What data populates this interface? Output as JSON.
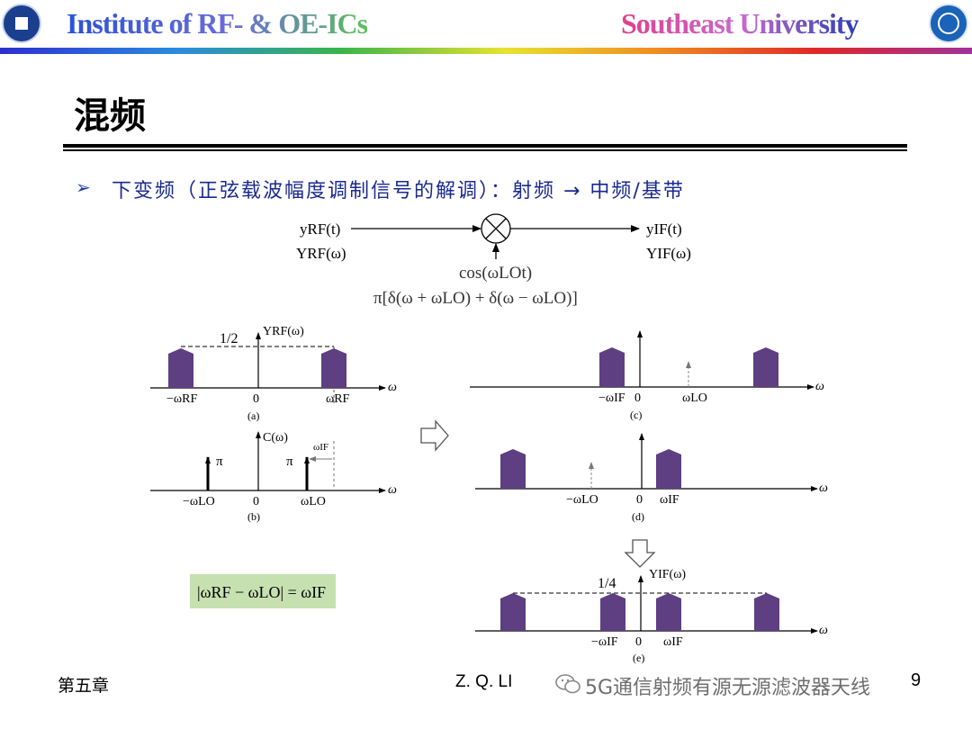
{
  "header": {
    "left_title": "Institute of RF- & OE-ICs",
    "right_title": "Southeast University"
  },
  "slide": {
    "title": "混频",
    "bullet_symbol": "➢",
    "subtitle": "下变频（正弦载波幅度调制信号的解调）：射频 → 中频/基带"
  },
  "mixer": {
    "in_time": "yRF(t)",
    "in_freq": "YRF(ω)",
    "out_time": "yIF(t)",
    "out_freq": "YIF(ω)",
    "lo_time": "cos(ωLOt)",
    "lo_freq": "π[δ(ω + ωLO) + δ(ω − ωLO)]"
  },
  "panels": {
    "a": {
      "caption": "(a)",
      "ylabel": "YRF(ω)",
      "level": "1/2",
      "neg": "−ωRF",
      "zero": "0",
      "pos": "ωRF",
      "axis": "ω"
    },
    "b": {
      "caption": "(b)",
      "ylabel": "C(ω)",
      "pi_left": "π",
      "pi_right": "π",
      "neg": "−ωLO",
      "zero": "0",
      "pos": "ωLO",
      "offset": "ωIF",
      "axis": "ω"
    },
    "c": {
      "caption": "(c)",
      "neg": "−ωIF",
      "zero": "0",
      "pos": "ωLO",
      "axis": "ω"
    },
    "d": {
      "caption": "(d)",
      "neg": "−ωLO",
      "zero": "0",
      "pos": "ωIF",
      "axis": "ω"
    },
    "e": {
      "caption": "(e)",
      "ylabel": "YIF(ω)",
      "level": "1/4",
      "neg": "−ωIF",
      "zero": "0",
      "pos": "ωIF",
      "axis": "ω"
    }
  },
  "formula": "|ωRF − ωLO| = ωIF",
  "footer": {
    "chapter": "第五章",
    "author": "Z. Q. LI",
    "watermark": "5G通信射频有源无源滤波器天线",
    "page": "9"
  },
  "colors": {
    "band_fill": "#5e3f82",
    "subtitle": "#1a2a8f",
    "formula_bg": "#c7e0b0"
  }
}
